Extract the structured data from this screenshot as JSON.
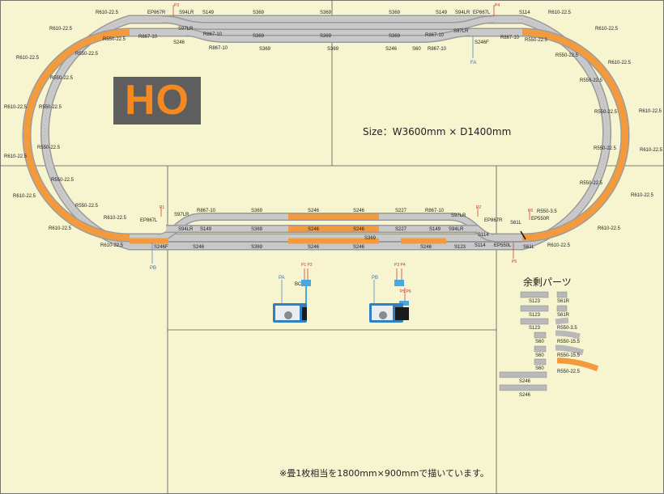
{
  "badge": {
    "text": "HO"
  },
  "size_text": "Size：W3600mm × D1400mm",
  "parts_title": "余剰パーツ",
  "footnote": "※畳1枚相当を1800mm×900mmで描いています。",
  "colors": {
    "board": "#f7f5d0",
    "track": "#b9b9b9",
    "highlight": "#f39a3c",
    "badge": "#5e5e5e",
    "badge_text": "#f5891f",
    "feeder_red": "#d04040",
    "feeder_blue": "#5b86c8",
    "board_line": "#555555"
  },
  "track_labels": [
    "R610-22.5",
    "EP867R",
    "S94LR",
    "S149",
    "S369",
    "S369",
    "S369",
    "S149",
    "S94LR",
    "EP867L",
    "S114",
    "R610-22.5",
    "R610-22.5",
    "R550-22.5",
    "R867-10",
    "S97LR",
    "R867-10",
    "S369",
    "S369",
    "S369",
    "R867-10",
    "S97LR",
    "R867-10",
    "R550-22.5",
    "R610-22.5",
    "S246",
    "R867-10",
    "S369",
    "S369",
    "S246",
    "S60",
    "R867-10",
    "S246F",
    "R550-22.5",
    "R610-22.5",
    "R550-22.5",
    "R610-22.5",
    "R550-22.5",
    "R610-22.5",
    "R550-22.5",
    "R610-22.5",
    "R550-22.5",
    "R610-22.5",
    "R550-22.5",
    "R610-22.5",
    "R550-22.5",
    "R610-22.5",
    "R550-22.5",
    "R610-22.5",
    "R550-22.5",
    "R610-22.5",
    "R550-22.5",
    "R610-22.5",
    "R550-22.5",
    "EP867L",
    "S97LR",
    "R867-10",
    "S369",
    "S246",
    "S246",
    "S227",
    "R867-10",
    "S97LR",
    "EP867R",
    "R550-3.5",
    "EP550R",
    "S61L",
    "R610-22.5",
    "S94LR",
    "S149",
    "S369",
    "S246",
    "S246",
    "S227",
    "S149",
    "S94LR",
    "S114",
    "EP550L",
    "S61L",
    "R610-22.5",
    "R610-22.5",
    "S246F",
    "S246",
    "S369",
    "S246",
    "S246",
    "S369",
    "S246",
    "S123",
    "S114"
  ],
  "feeder_labels": [
    "P3",
    "P4",
    "FA",
    "P1",
    "P2",
    "P6",
    "P5",
    "PB"
  ],
  "controllers": {
    "left": {
      "feeders": [
        "P1 P2"
      ],
      "label_a": "PA",
      "label_b": "BC"
    },
    "right": {
      "feeders": [
        "P3 P4"
      ],
      "label_a": "PB",
      "label_b": "P5 P6"
    }
  },
  "spare_parts": [
    "S123",
    "S61R",
    "S123",
    "S61R",
    "S123",
    "R550-3.5",
    "S60",
    "R550-15.5",
    "S60",
    "R550-15.5",
    "S60",
    "R550-22.5",
    "S246",
    "S246"
  ]
}
